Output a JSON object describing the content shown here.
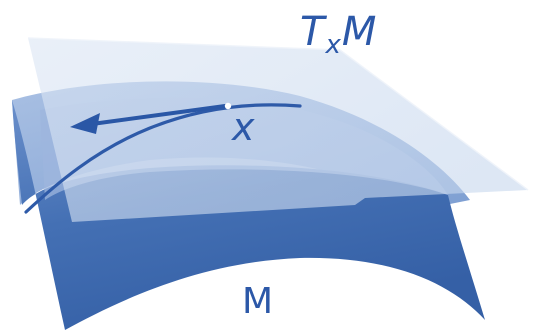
{
  "diagram": {
    "labels": {
      "tangent_space_main": "T",
      "tangent_space_sub": "x",
      "tangent_space_end": "M",
      "point": "x",
      "manifold": "M"
    },
    "colors": {
      "manifold_front": "#3f6bb0",
      "manifold_back": "#87a7d6",
      "tangent_plane": "#cfdcef",
      "curve": "#2e5aa8",
      "arrow": "#2a57a6",
      "text": "#2c58a8",
      "background": "#ffffff"
    },
    "elements": [
      "manifold-surface",
      "tangent-plane",
      "geodesic-curve",
      "tangent-vector-arrow",
      "base-point"
    ]
  }
}
